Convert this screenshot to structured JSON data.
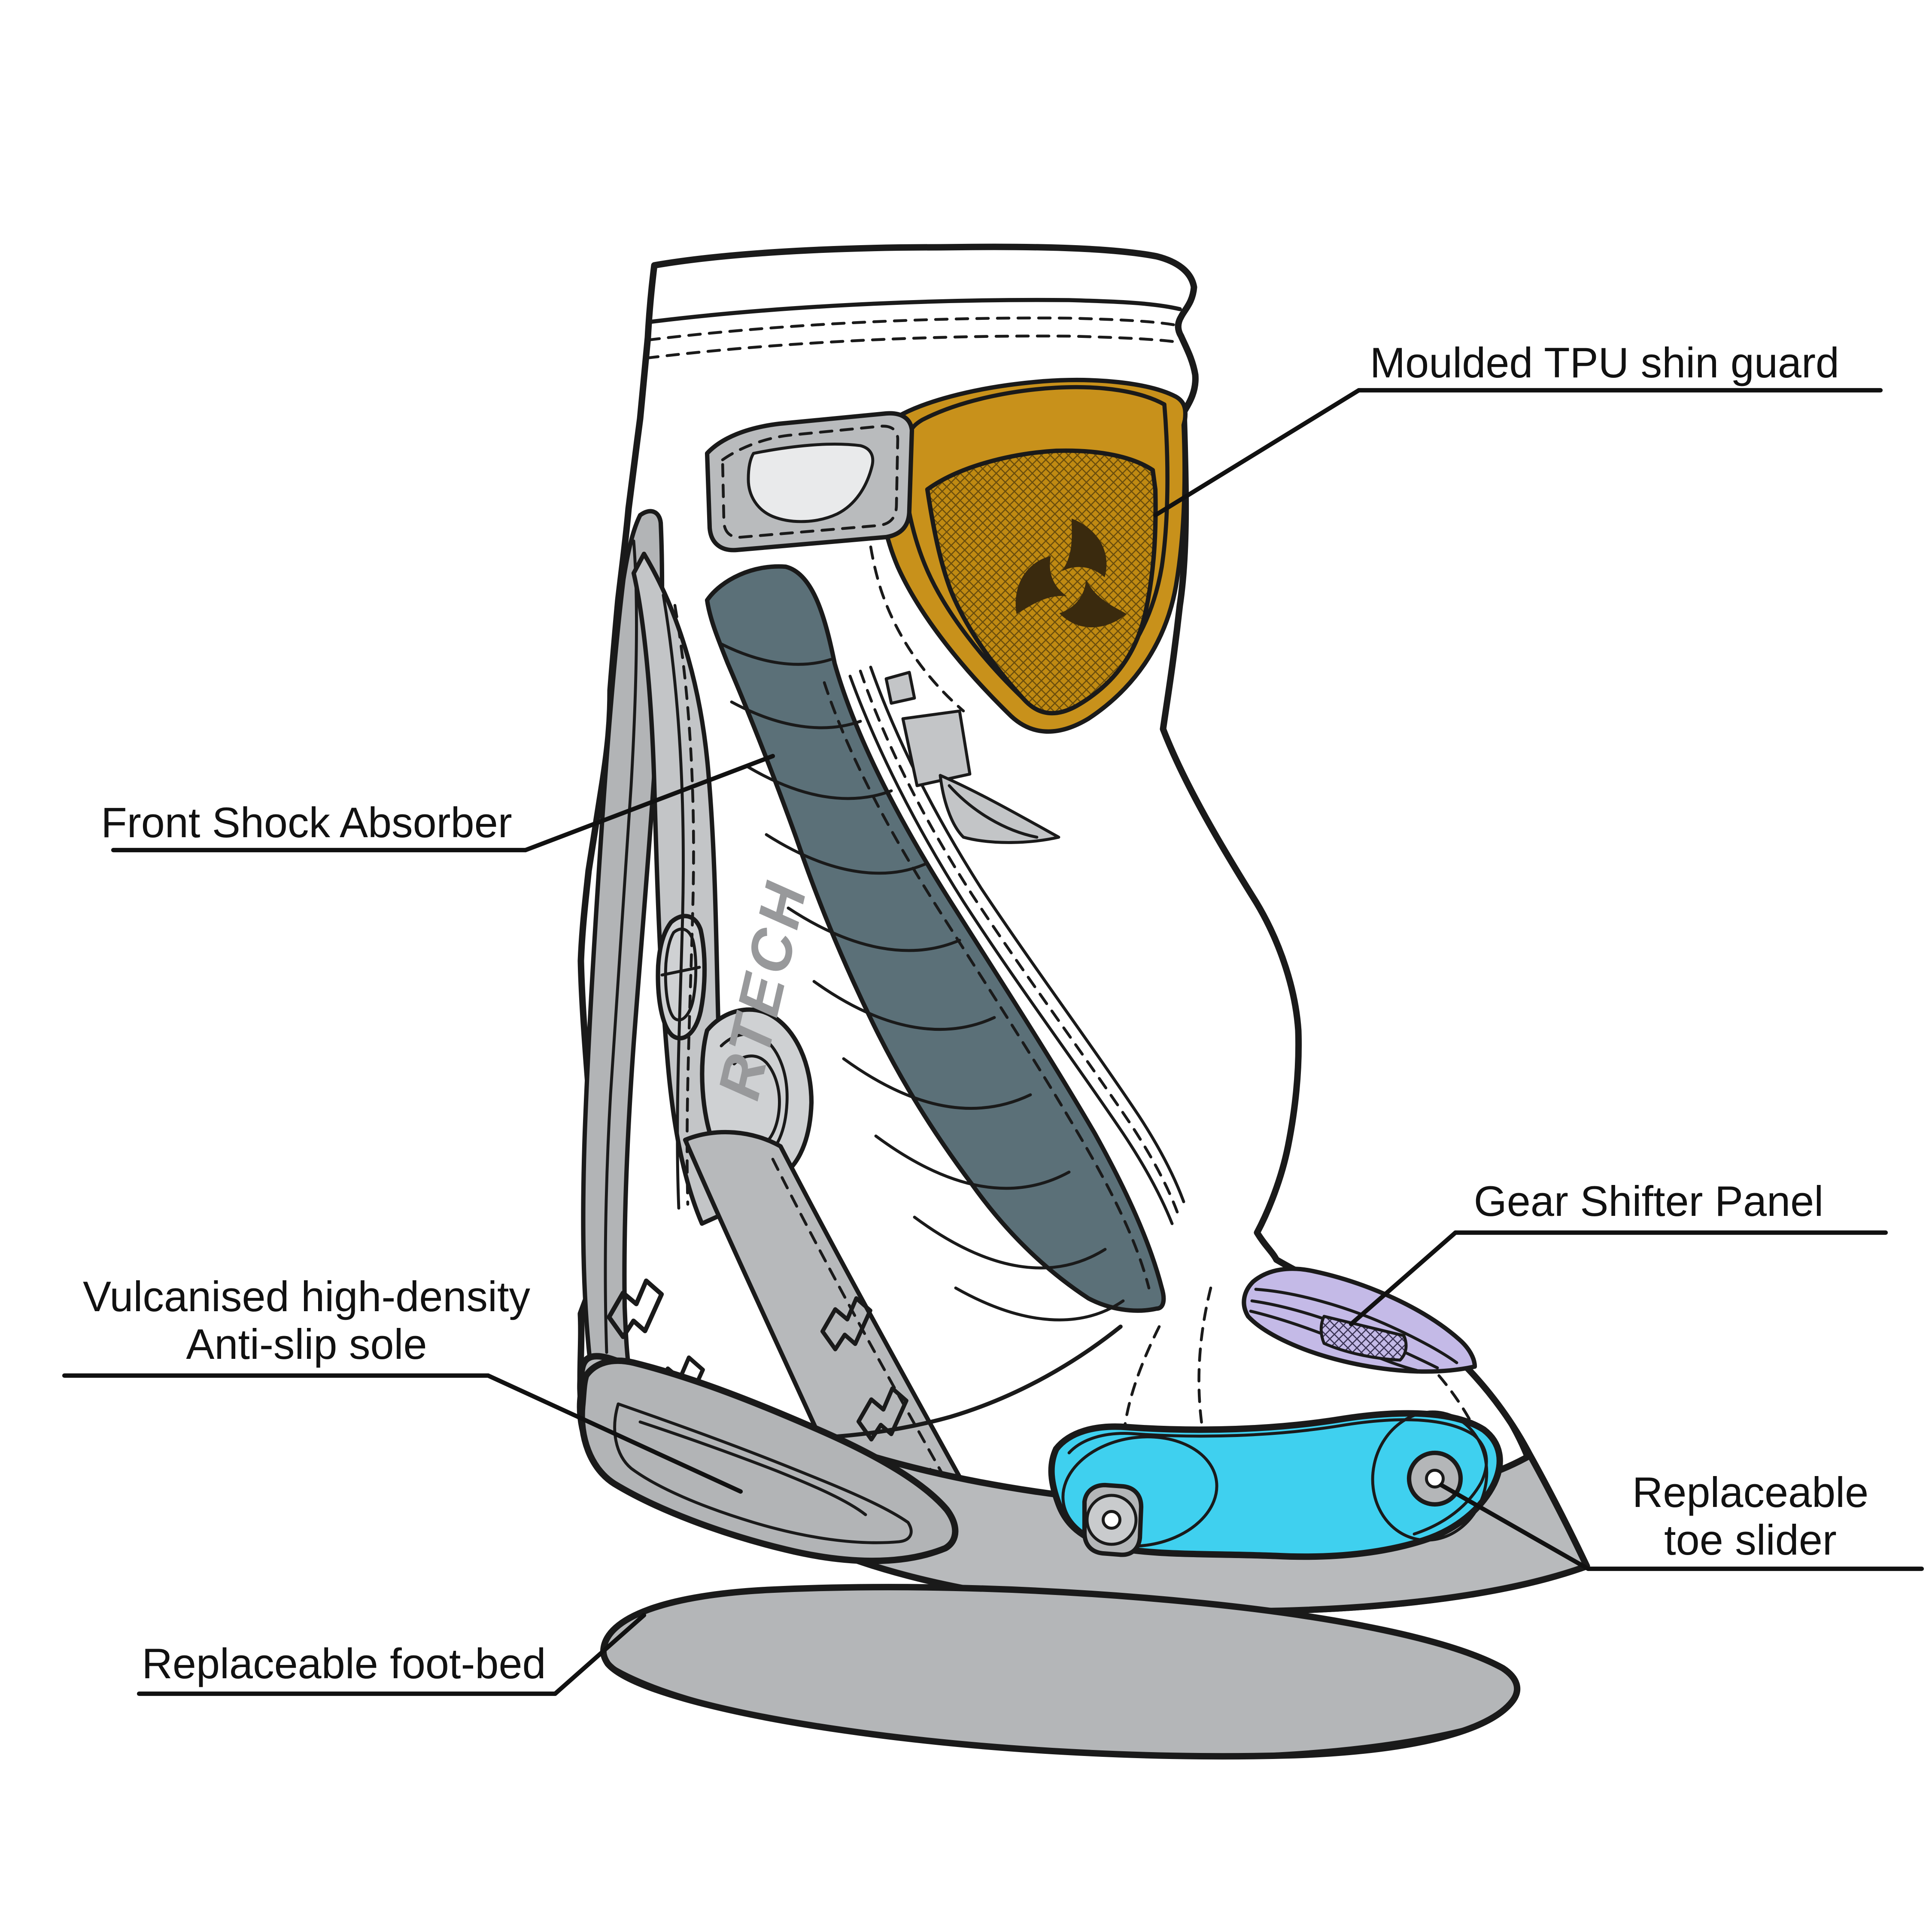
{
  "diagram": {
    "subject": "motorcycle racing boot feature callout diagram",
    "brand": {
      "logo_text": "RTECH"
    },
    "labels": {
      "shin_guard": "Moulded TPU shin guard",
      "shock_absorber": "Front Shock Absorber",
      "gear_shifter": "Gear Shifter Panel",
      "sole_line1": "Vulcanised high-density",
      "sole_line2": "Anti-slip sole",
      "toe_slider_line1": "Replaceable",
      "toe_slider_line2": "toe slider",
      "footbed": "Replaceable foot-bed"
    },
    "colors": {
      "outline": "#1a1a1a",
      "shin_guard_gold": "#c8911b",
      "shin_guard_mesh_gold": "#c08a12",
      "emblem_dark": "#3a2a0e",
      "shock_absorber_slate": "#5b7078",
      "gear_shifter_purple": "#c4bae7",
      "toe_slider_cyan": "#3fd0ef",
      "panel_gray": "#b9bbbd",
      "panel_gray_light": "#d2d4d6",
      "panel_gray_lighter": "#e9eaeb",
      "footbed_gray": "#b4b6b8",
      "sole_gray": "#b8babc",
      "logo_gray": "#98999b"
    }
  }
}
